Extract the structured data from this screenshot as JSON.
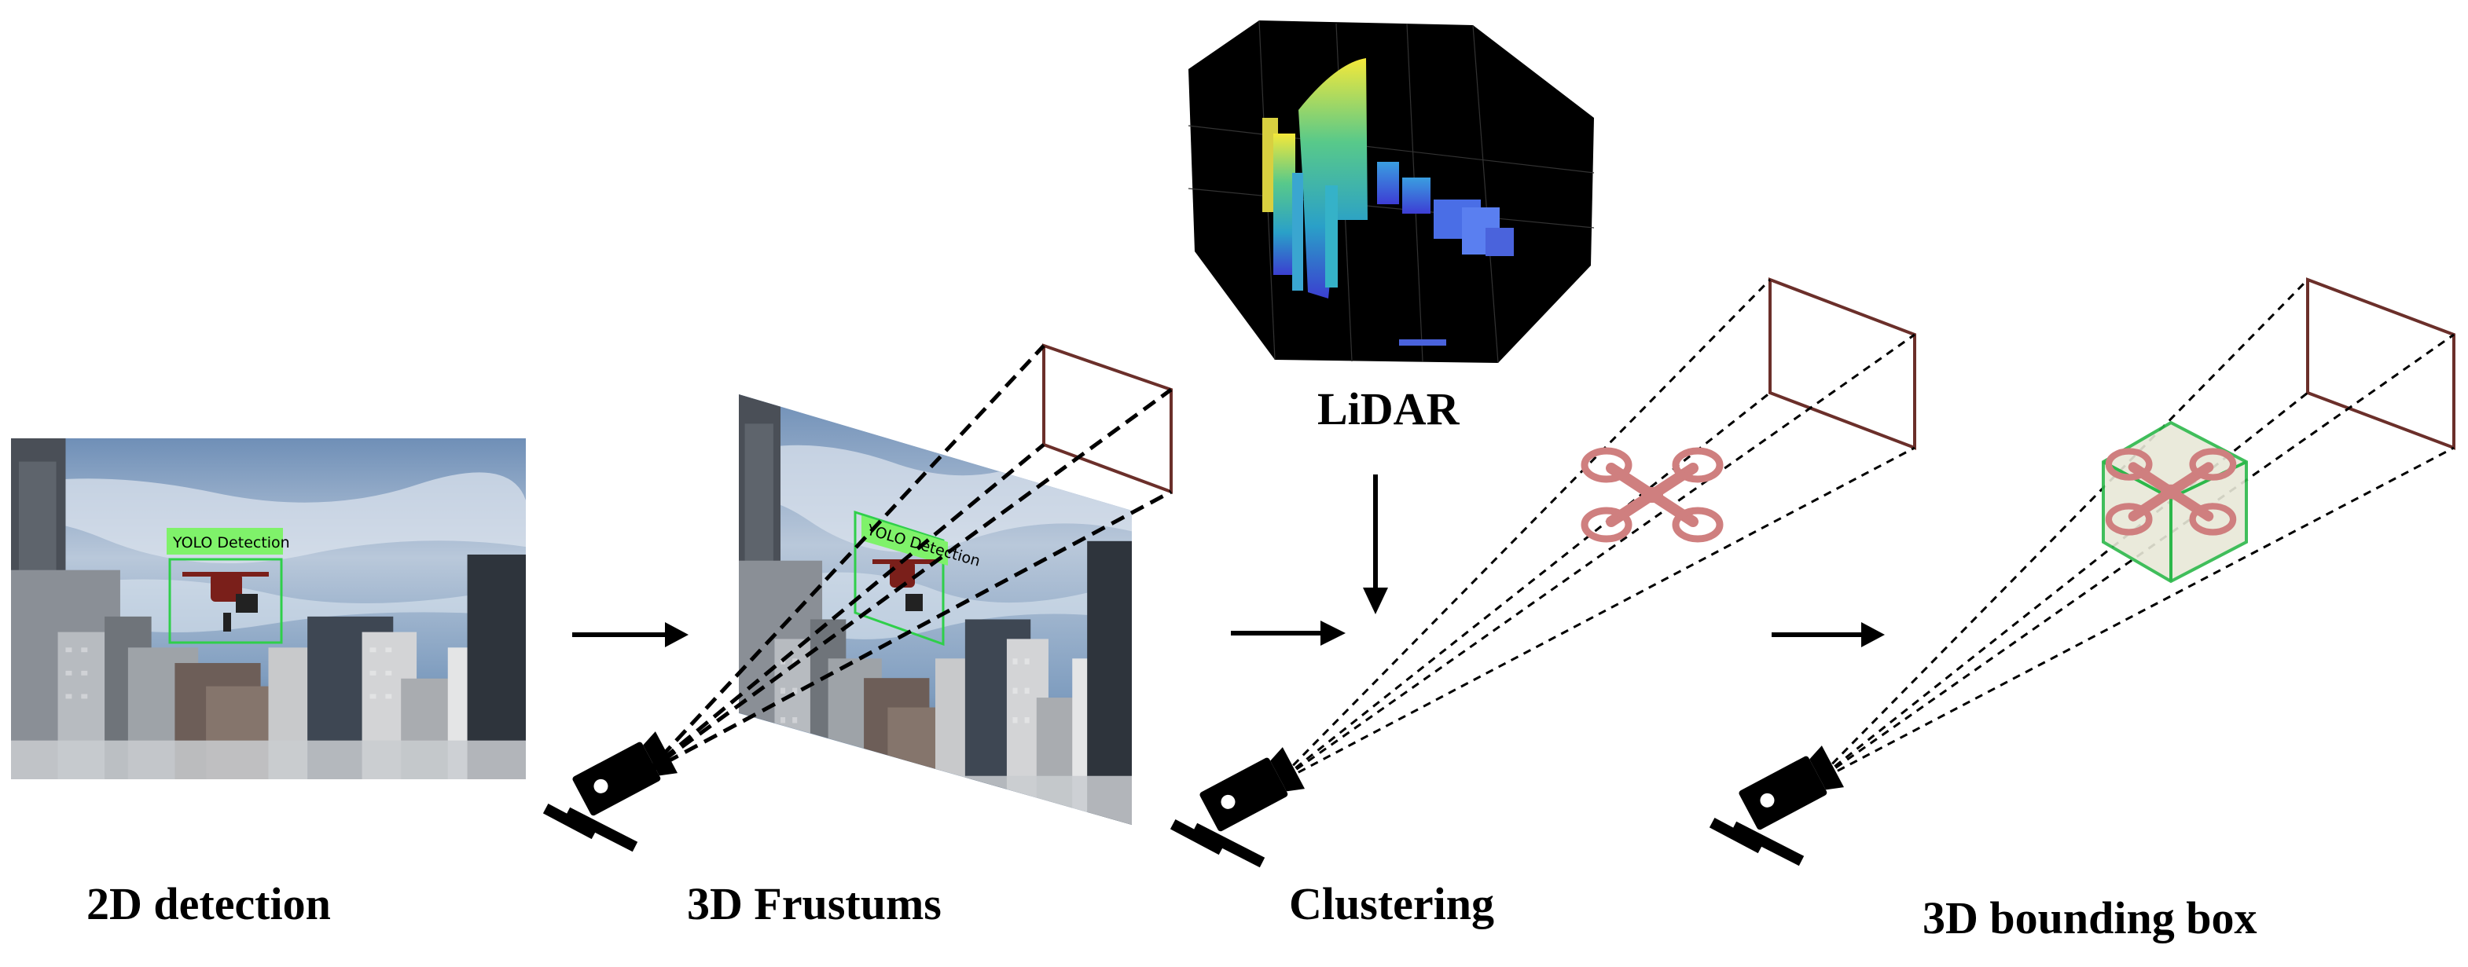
{
  "captions": {
    "detection_2d": "2D detection",
    "frustums_3d": "3D Frustums",
    "lidar": "LiDAR",
    "clustering": "Clustering",
    "bbox_3d": "3D bounding box"
  },
  "image_labels": {
    "yolo_detection": "YOLO Detection"
  },
  "colors": {
    "detection_box": "#2fcf4a",
    "label_fill": "#7ff26a",
    "frustum_plane": "#6b2f2a",
    "drone_icon": "#cf7f7f",
    "bbox_cube": "#2cb84a",
    "arrow": "#000000"
  },
  "icons": [
    "camera-icon",
    "drone-icon",
    "arrow-right-icon",
    "arrow-down-icon"
  ]
}
